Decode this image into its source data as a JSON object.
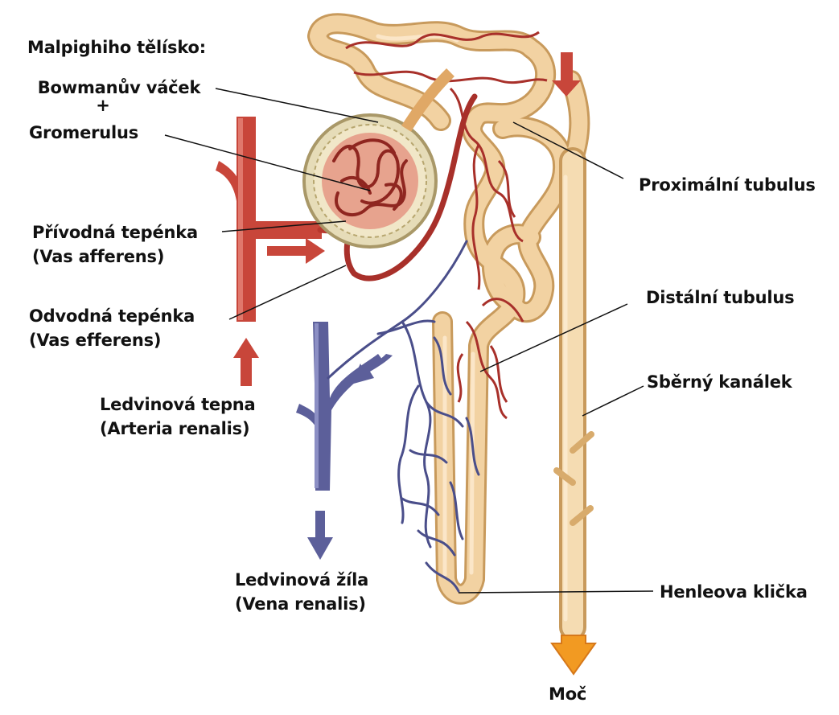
{
  "labels": {
    "malpighi": "Malpighiho tělísko:",
    "bowman": "Bowmanův váček",
    "plus": "+",
    "glomerulus": "Gromerulus",
    "afferent_cs": "Přívodná tepénka",
    "afferent_la": "(Vas afferens)",
    "efferent_cs": "Odvodná tepénka",
    "efferent_la": "(Vas efferens)",
    "artery_cs": "Ledvinová tepna",
    "artery_la": "(Arteria renalis)",
    "vein_cs": "Ledvinová žíla",
    "vein_la": "(Vena renalis)",
    "proximal": "Proximální tubulus",
    "distal": "Distální tubulus",
    "collecting": "Sběrný kanálek",
    "henle": "Henleova klička",
    "urine": "Moč"
  },
  "colors": {
    "artery": "#c8463a",
    "artery_dark": "#9b2a22",
    "vein": "#5c5f9a",
    "tubule": "#f0cc99",
    "tubule_edge": "#c89a5c",
    "urine_arrow": "#f29a22",
    "capsule": "#d9cba2"
  }
}
